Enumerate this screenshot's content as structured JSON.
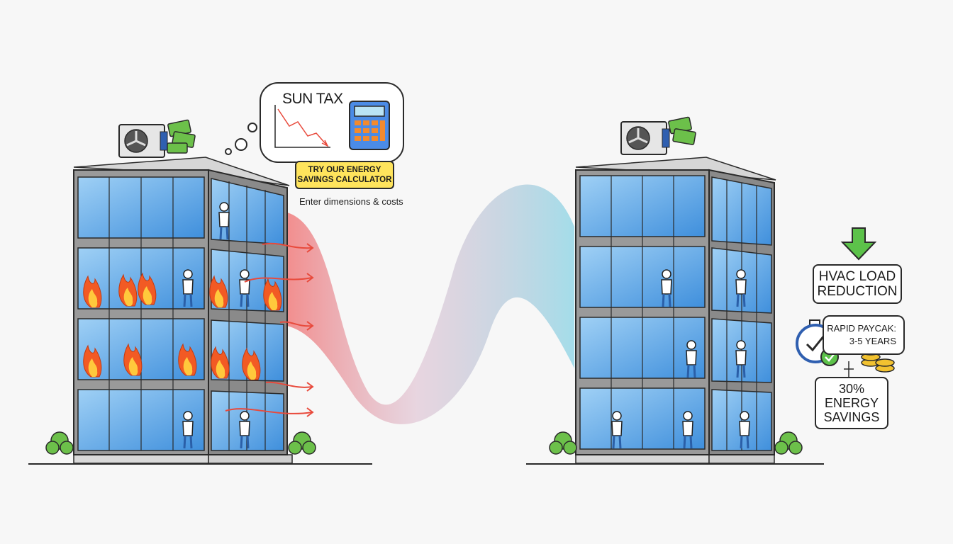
{
  "bubble": {
    "title": "SUN TAX",
    "cta_line1": "TRY OUR ENERGY",
    "cta_line2": "SAVINGS CALCULATOR",
    "caption": "Enter dimensions & costs"
  },
  "benefits": {
    "hvac_line1": "HVAC LOAD",
    "hvac_line2": "REDUCTION",
    "payback_line1": "RAPID PAYCAK:",
    "payback_line2": "3-5 YEARS",
    "savings_line1": "30%",
    "savings_line2": "ENERGY",
    "savings_line3": "SAVINGS"
  },
  "icons": {
    "ac": "ac-unit-icon",
    "money": "money-icon",
    "calculator": "calculator-icon",
    "fire": "fire-icon",
    "tree": "tree-icon",
    "arrow": "green-down-arrow-icon",
    "stopwatch": "stopwatch-icon",
    "coins": "coins-icon"
  },
  "colors": {
    "glass": "#5aa7e8",
    "glass_light": "#9fd0f5",
    "fire": "#f25a24",
    "fire_core": "#ffc93c",
    "heat_wave": "#f26b6b",
    "cool_wave": "#8fd6e6",
    "accent_green": "#5cc24a",
    "cta_yellow": "#ffe45c",
    "coin": "#f2c230"
  }
}
